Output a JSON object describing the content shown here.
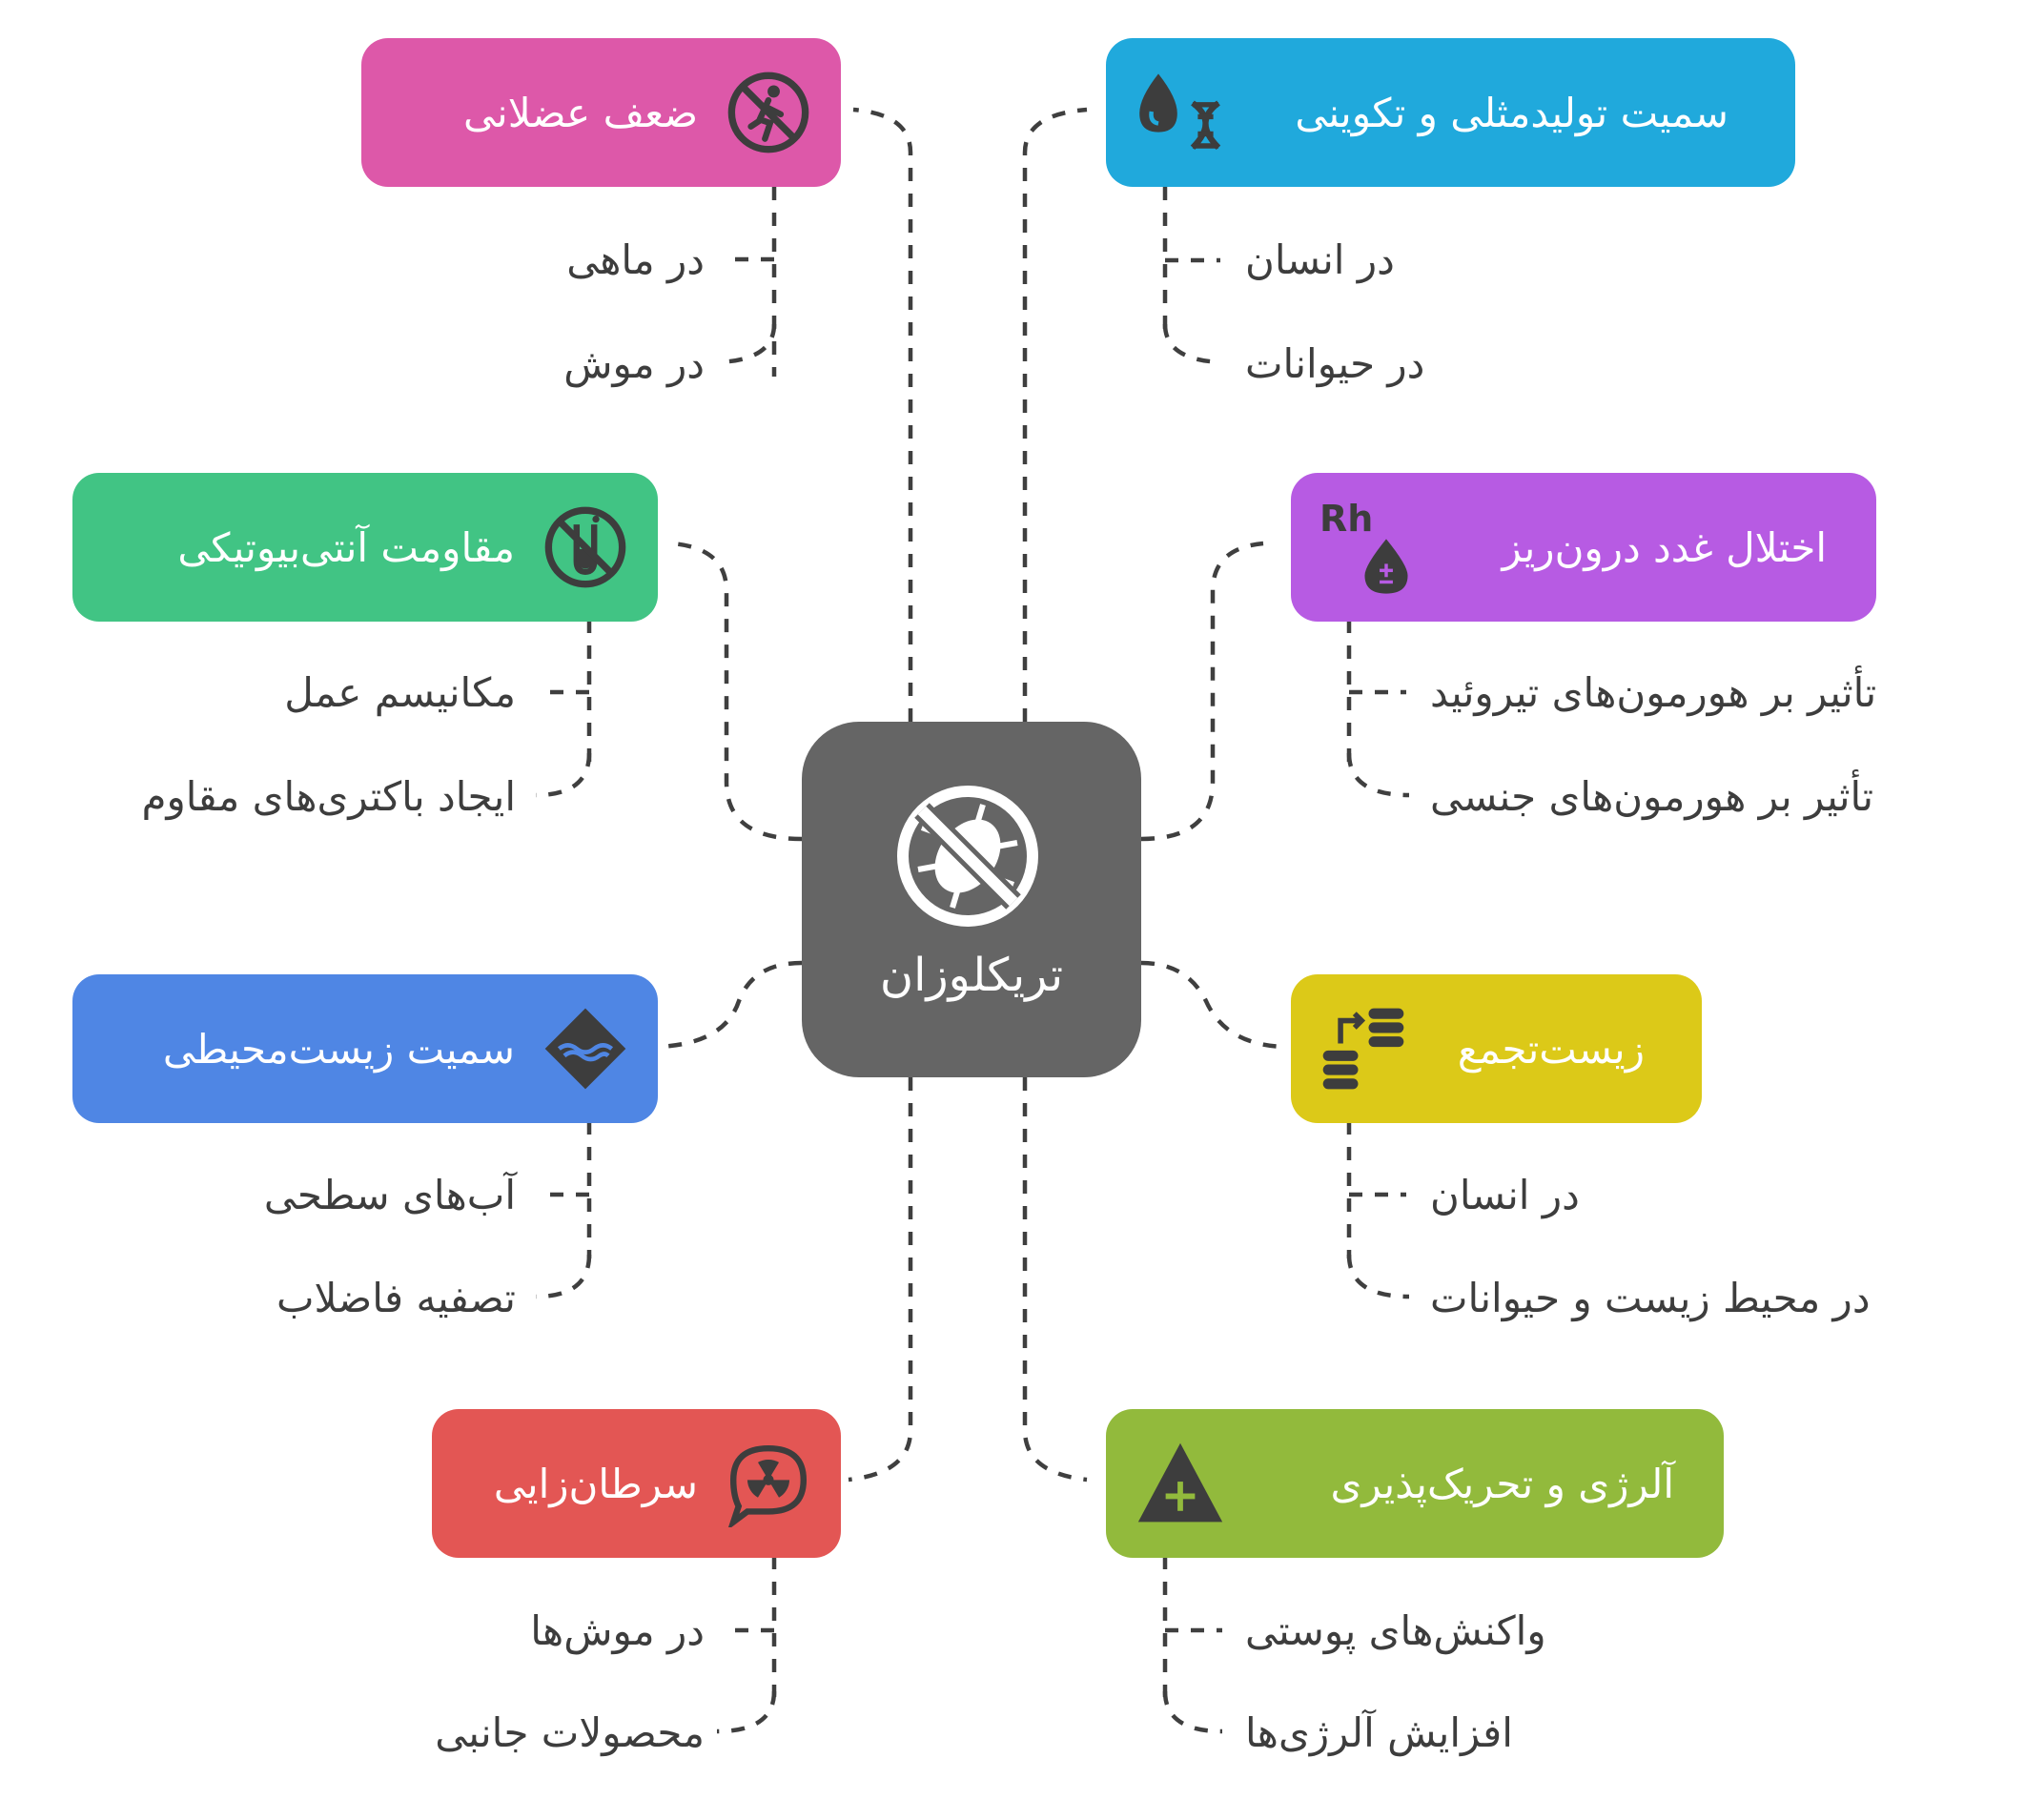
{
  "center": {
    "label": "تریکلوزان",
    "icon": "no-bacteria-icon",
    "color": "#656565"
  },
  "branches": {
    "muscle": {
      "label": "ضعف عضلانی",
      "icon": "no-running-person-icon",
      "color": "#dd58a9",
      "items": [
        "در ماهی",
        "در موش"
      ]
    },
    "antibiotic": {
      "label": "مقاومت آنتی‌بیوتیکی",
      "icon": "no-test-tube-icon",
      "color": "#41c484",
      "items": [
        "مکانیسم عمل",
        "ایجاد باکتری‌های مقاوم"
      ]
    },
    "environment": {
      "label": "سمیت زیست‌محیطی",
      "icon": "water-pollution-icon",
      "color": "#4f86e4",
      "items": [
        "آب‌های سطحی",
        "تصفیه فاضلاب"
      ]
    },
    "cancer": {
      "label": "سرطان‌زایی",
      "icon": "radiation-chat-icon",
      "color": "#e35654",
      "items": [
        "در موش‌ها",
        "محصولات جانبی"
      ]
    },
    "reproductive": {
      "label": "سمیت تولیدمثلی و تکوینی",
      "icon": "blood-dna-icon",
      "color": "#20a9dc",
      "items": [
        "در انسان",
        "در حیوانات"
      ]
    },
    "endocrine": {
      "label": "اختلال غدد درون‌ریز",
      "icon": "rh-blood-icon",
      "color": "#b75be3",
      "icon_text": "Rh",
      "items": [
        "تأثیر بر هورمون‌های تیروئید",
        "تأثیر بر هورمون‌های جنسی"
      ]
    },
    "bioaccumulation": {
      "label": "زیست‌تجمع",
      "icon": "database-stack-icon",
      "color": "#dcc918",
      "items": [
        "در انسان",
        "در محیط زیست و حیوانات"
      ]
    },
    "allergy": {
      "label": "آلرژی و تحریک‌پذیری",
      "icon": "warning-plus-icon",
      "color": "#92ba3c",
      "items": [
        "واکنش‌های پوستی",
        "افزایش آلرژی‌ها"
      ]
    }
  }
}
